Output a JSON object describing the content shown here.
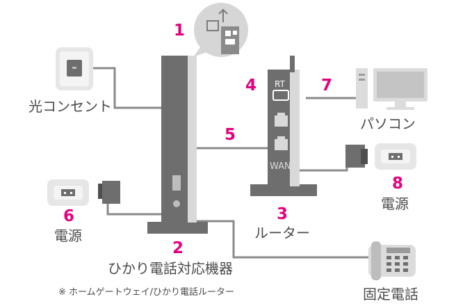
{
  "labels": {
    "optical_outlet": "光コンセント",
    "pc": "パソコン",
    "power_right": "電源",
    "power_left": "電源",
    "router": "ルーター",
    "main_device": "ひかり電話対応機器",
    "note": "※ ホームゲートウェイ/ひかり電話ルーター",
    "phone": "固定電話"
  },
  "router_ports": {
    "rt": "RT",
    "wan": "WAN"
  },
  "step_numbers": [
    "1",
    "2",
    "3",
    "4",
    "5",
    "6",
    "7",
    "8"
  ],
  "colors": {
    "accent": "#e6007e",
    "device": "#6e6e6e",
    "device_light": "#d9d9d9",
    "cable": "#8a8a8a",
    "text": "#4a4a4a"
  },
  "icons": [
    "optical-outlet-icon",
    "pc-icon",
    "power-outlet-icon",
    "power-adapter-icon",
    "phone-icon",
    "rear-view-callout-icon"
  ]
}
